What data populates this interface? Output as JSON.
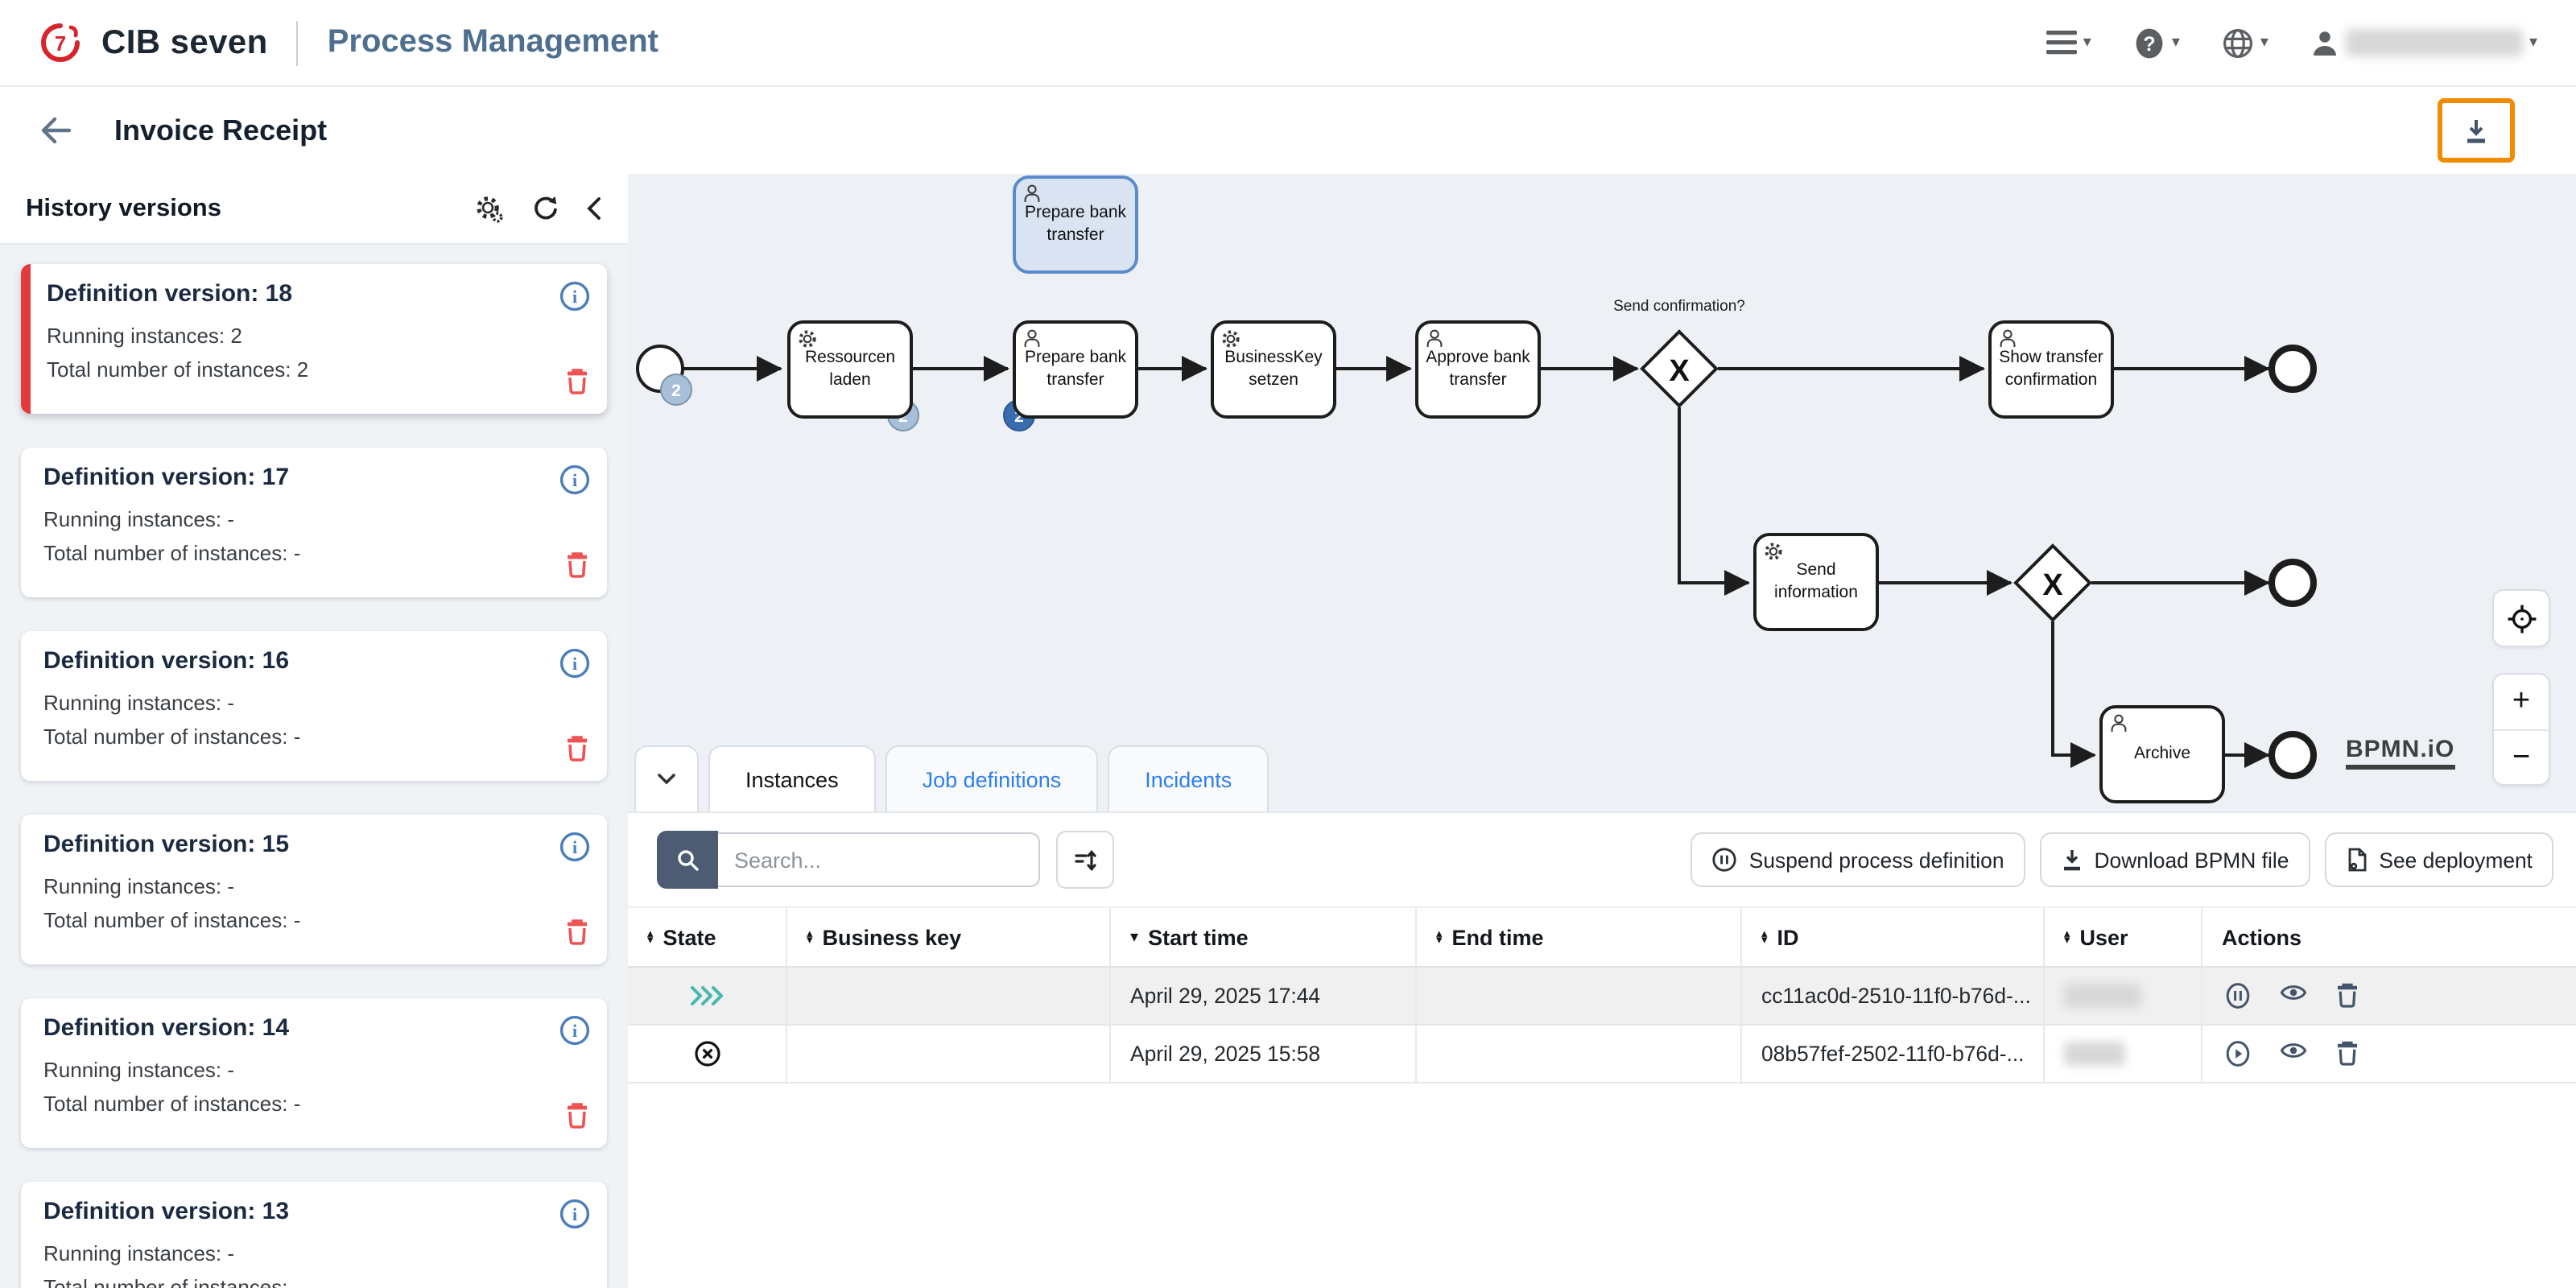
{
  "header": {
    "brand": "CIB seven",
    "app_title": "Process Management"
  },
  "page": {
    "title": "Invoice Receipt"
  },
  "sidebar": {
    "title": "History versions",
    "versions": [
      {
        "title": "Definition version: 18",
        "running": "Running instances: 2",
        "total": "Total number of instances: 2"
      },
      {
        "title": "Definition version: 17",
        "running": "Running instances: -",
        "total": "Total number of instances: -"
      },
      {
        "title": "Definition version: 16",
        "running": "Running instances: -",
        "total": "Total number of instances: -"
      },
      {
        "title": "Definition version: 15",
        "running": "Running instances: -",
        "total": "Total number of instances: -"
      },
      {
        "title": "Definition version: 14",
        "running": "Running instances: -",
        "total": "Total number of instances: -"
      },
      {
        "title": "Definition version: 13",
        "running": "Running instances: -",
        "total": "Total number of instances: -"
      }
    ]
  },
  "diagram": {
    "floating_task": "Prepare bank transfer",
    "tasks": {
      "ressourcen": "Ressourcen laden",
      "prepare": "Prepare bank transfer",
      "businesskey": "BusinessKey setzen",
      "approve": "Approve bank transfer",
      "show": "Show transfer confirmation",
      "send_info": "Send information",
      "archive": "Archive"
    },
    "gateway_label": "Send confirmation?",
    "badges": {
      "start": "2",
      "ressourcen": "2",
      "prepare": "2"
    },
    "logo": "BPMN.iO"
  },
  "tabs": {
    "instances": "Instances",
    "job_definitions": "Job definitions",
    "incidents": "Incidents"
  },
  "toolbar": {
    "search_placeholder": "Search...",
    "suspend": "Suspend process definition",
    "download": "Download BPMN file",
    "deployment": "See deployment"
  },
  "table": {
    "columns": {
      "state": "State",
      "business_key": "Business key",
      "start_time": "Start time",
      "end_time": "End time",
      "id": "ID",
      "user": "User",
      "actions": "Actions"
    },
    "rows": [
      {
        "state": "running",
        "business_key": "",
        "start_time": "April 29, 2025 17:44",
        "end_time": "",
        "id": "cc11ac0d-2510-11f0-b76d-...",
        "primary_action": "suspend"
      },
      {
        "state": "canceled",
        "business_key": "",
        "start_time": "April 29, 2025 15:58",
        "end_time": "",
        "id": "08b57fef-2502-11f0-b76d-...",
        "primary_action": "activate"
      }
    ]
  },
  "icons": {
    "caret_down": "▾",
    "sort_asc": "▴",
    "sort_desc": "▾",
    "zoom_in": "+",
    "zoom_out": "−",
    "gateway_x": "X"
  },
  "colors": {
    "accent_orange": "#f28b00",
    "brand_red": "#d6252b",
    "selected_red": "#e53a3d",
    "link_blue": "#2f80ed",
    "running_teal": "#45b8ac",
    "canvas_bg": "#edf1f5"
  }
}
